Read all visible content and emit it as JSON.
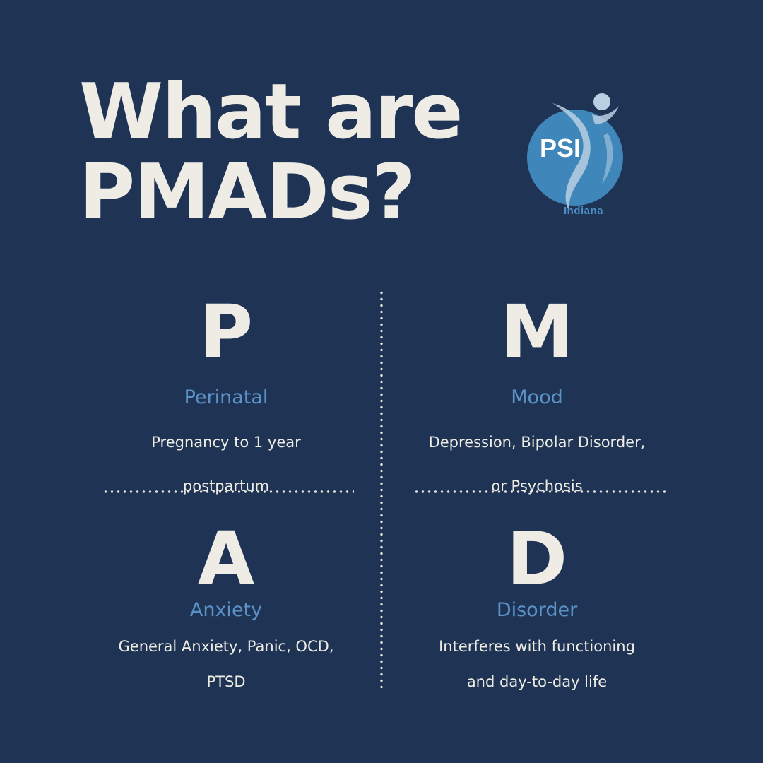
{
  "title": {
    "line1": "What are",
    "line2": "PMADs?"
  },
  "logo": {
    "initials": "PSI",
    "subtitle": "Indiana",
    "circle_color": "#3f86bb",
    "figure_color": "#b9cfe2"
  },
  "colors": {
    "background": "#1f3454",
    "letter_text": "#efece6",
    "word_accent": "#5b93c9"
  },
  "quadrants": [
    {
      "letter": "P",
      "word": "Perinatal",
      "desc_line1": "Pregnancy to 1 year",
      "desc_line2": "postpartum"
    },
    {
      "letter": "M",
      "word": "Mood",
      "desc_line1": "Depression, Bipolar Disorder,",
      "desc_line2": "or Psychosis"
    },
    {
      "letter": "A",
      "word": "Anxiety",
      "desc_line1": "General Anxiety, Panic, OCD,",
      "desc_line2": "PTSD"
    },
    {
      "letter": "D",
      "word": "Disorder",
      "desc_line1": "Interferes with functioning",
      "desc_line2": "and day-to-day life"
    }
  ]
}
